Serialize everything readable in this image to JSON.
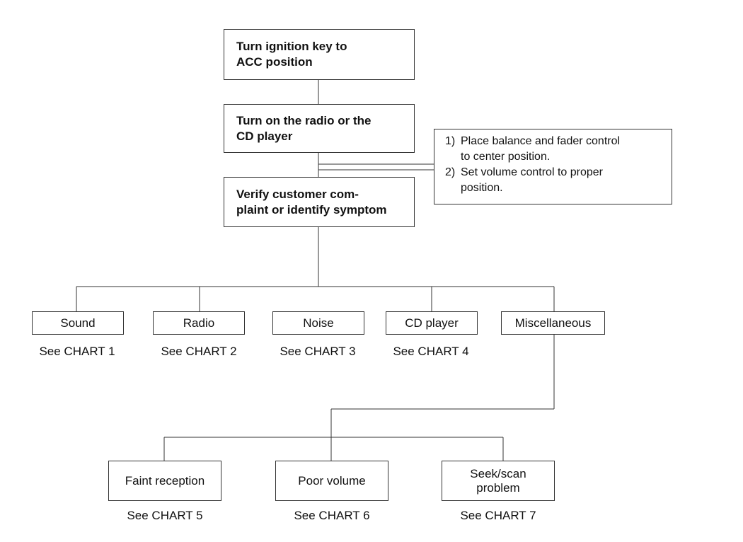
{
  "flow": {
    "step1": "Turn ignition key to\nACC position",
    "step2": "Turn on the radio or the\nCD player",
    "step3": "Verify customer com-\nplaint  or identify symptom"
  },
  "note": {
    "items": [
      {
        "num": "1)",
        "text": "Place balance and fader control\nto center position."
      },
      {
        "num": "2)",
        "text": "Set volume control to proper\nposition."
      }
    ]
  },
  "symptoms": [
    {
      "label": "Sound",
      "ref": "See CHART 1"
    },
    {
      "label": "Radio",
      "ref": "See CHART 2"
    },
    {
      "label": "Noise",
      "ref": "See CHART 3"
    },
    {
      "label": "CD player",
      "ref": "See CHART 4"
    },
    {
      "label": "Miscellaneous"
    }
  ],
  "misc_symptoms": [
    {
      "label": "Faint reception",
      "ref": "See CHART 5"
    },
    {
      "label": "Poor volume",
      "ref": "See CHART 6"
    },
    {
      "label": "Seek/scan\nproblem",
      "ref": "See CHART 7"
    }
  ]
}
